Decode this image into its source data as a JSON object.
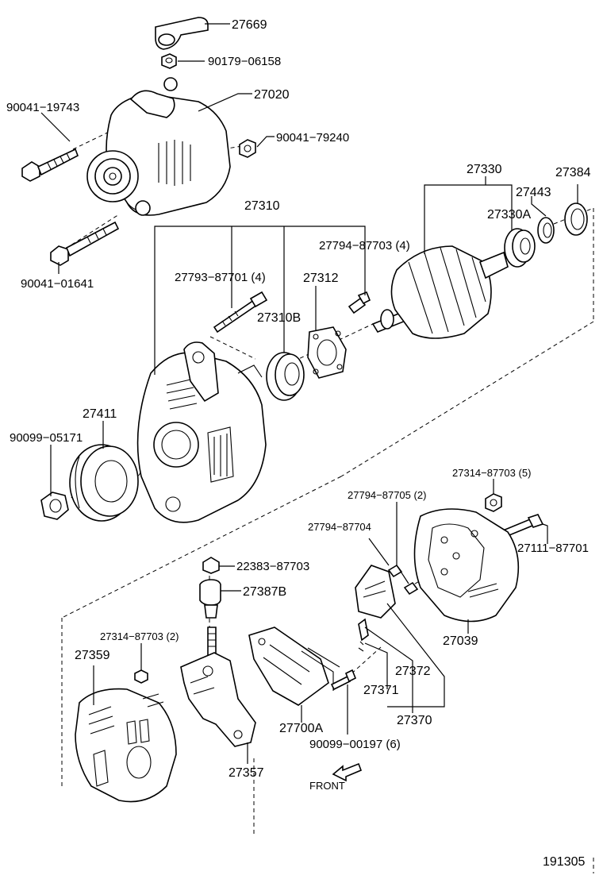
{
  "diagram": {
    "figure_number": "191305",
    "direction_label": "FRONT",
    "parts": {
      "p27669": "27669",
      "p90179_06158": "90179−06158",
      "p27020": "27020",
      "p90041_19743": "90041−19743",
      "p90041_79240": "90041−79240",
      "p90041_01641": "90041−01641",
      "p27310": "27310",
      "p27330": "27330",
      "p27384": "27384",
      "p27443": "27443",
      "p27330A": "27330A",
      "p27794_87703": "27794−87703 (4)",
      "p27793_87701": "27793−87701 (4)",
      "p27312": "27312",
      "p27310B": "27310B",
      "p27411": "27411",
      "p90099_05171": "90099−05171",
      "p27314_87703_5": "27314−87703 (5)",
      "p27794_87705": "27794−87705 (2)",
      "p27794_87704": "27794−87704",
      "p27111_87701": "27111−87701",
      "p22383_87703": "22383−87703",
      "p27387B": "27387B",
      "p27039": "27039",
      "p27314_87703_2": "27314−87703 (2)",
      "p27359": "27359",
      "p27372": "27372",
      "p27371": "27371",
      "p27370": "27370",
      "p27700A": "27700A",
      "p90099_00197": "90099−00197 (6)",
      "p27357": "27357"
    }
  }
}
